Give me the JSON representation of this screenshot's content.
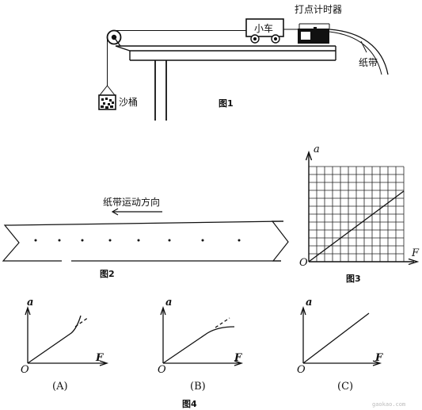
{
  "fig1": {
    "cart_label": "小车",
    "timer_label": "打点计时器",
    "bucket_label": "沙桶",
    "tape_label": "纸带",
    "caption": "图1"
  },
  "fig2": {
    "direction_label": "纸带运动方向",
    "caption": "图2"
  },
  "fig3": {
    "y_axis": "a",
    "x_axis": "F",
    "origin": "O",
    "caption": "图3"
  },
  "fig4": {
    "caption": "图4",
    "panels": [
      {
        "choice": "(A)",
        "y_axis": "a",
        "x_axis": "F",
        "origin": "O"
      },
      {
        "choice": "(B)",
        "y_axis": "a",
        "x_axis": "F",
        "origin": "O"
      },
      {
        "choice": "(C)",
        "y_axis": "a",
        "x_axis": "F",
        "origin": "O"
      }
    ]
  },
  "watermark": "gaokao.com"
}
